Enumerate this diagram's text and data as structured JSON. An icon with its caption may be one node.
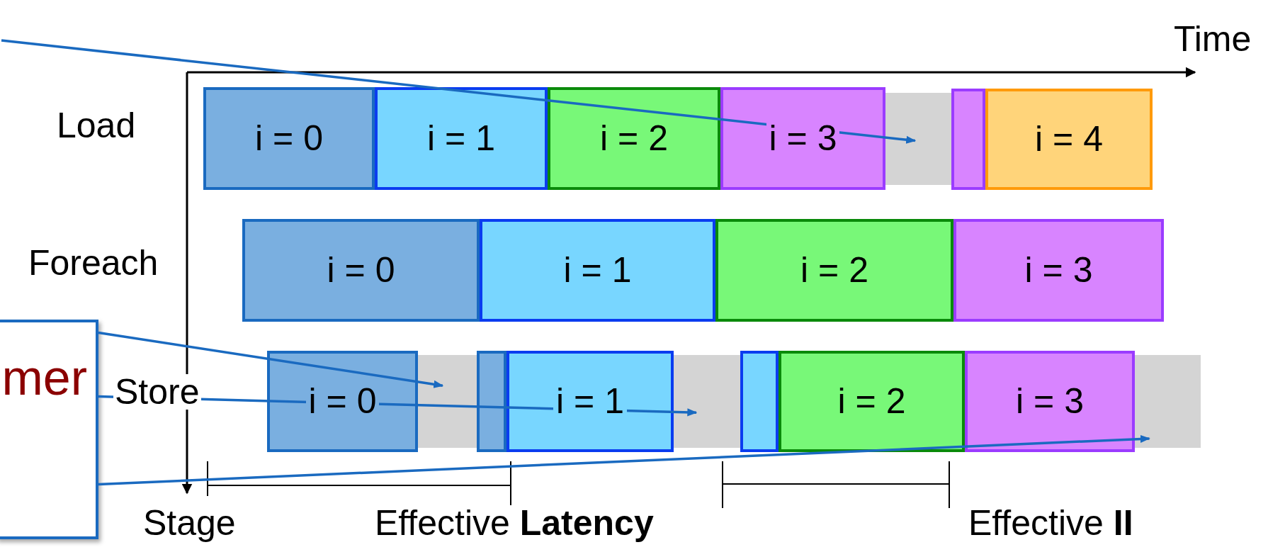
{
  "diagram": {
    "nodes": [
      {
        "text": [
          "i = 0"
        ]
      },
      {
        "text": [
          "i = 1"
        ]
      },
      {
        "text": [
          "i = 2"
        ]
      },
      {
        "text": [
          "i = 3"
        ]
      },
      {
        "text": [],
        "shape": "box"
      },
      {
        "text": [],
        "shape": "box"
      },
      {
        "text": [
          "i = 4"
        ]
      },
      {
        "text": [
          "i = 0"
        ]
      },
      {
        "text": [
          "i = 1"
        ]
      },
      {
        "text": [
          "i = 2"
        ]
      },
      {
        "text": [
          "i = 3"
        ]
      },
      {
        "text": [
          "mer"
        ]
      },
      {
        "text": [
          "i = 0"
        ]
      },
      {
        "text": [],
        "shape": "box"
      },
      {
        "text": [],
        "shape": "box"
      },
      {
        "text": [
          "i = 1"
        ]
      },
      {
        "text": [],
        "shape": "box"
      },
      {
        "text": [],
        "shape": "box"
      },
      {
        "text": [
          "i = 2"
        ]
      },
      {
        "text": [
          "i = 3"
        ]
      },
      {
        "text": [],
        "shape": "box"
      }
    ],
    "edges": [
      {
        "from": null,
        "to": 4,
        "arrow": "to"
      },
      {
        "from": 11,
        "to": 13,
        "arrow": "to"
      },
      {
        "from": 11,
        "to": 16,
        "arrow": "to"
      },
      {
        "from": 11,
        "to": 20,
        "arrow": "to"
      }
    ],
    "labels": [
      "Time",
      "Load",
      "Foreach",
      "Store",
      "Stage",
      "Effective **Latency**",
      "Effective **II**"
    ]
  }
}
